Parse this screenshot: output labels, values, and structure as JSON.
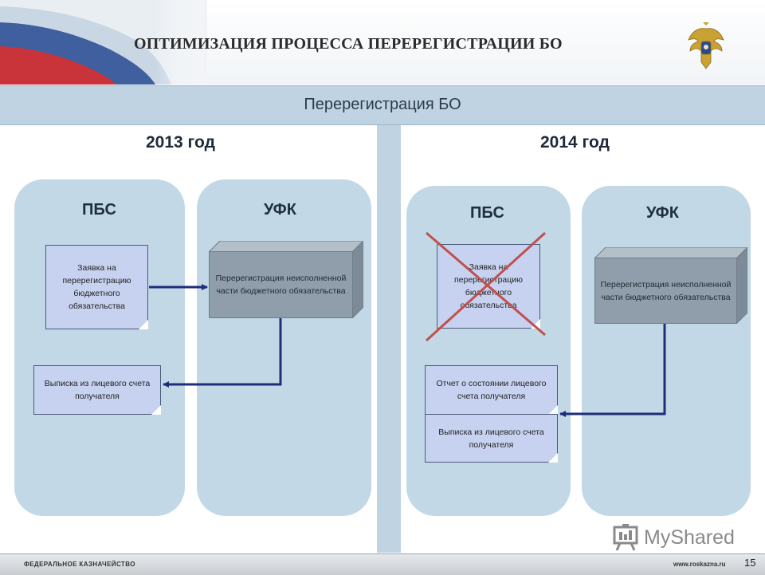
{
  "header": {
    "title": "ОПТИМИЗАЦИЯ ПРОЦЕССА ПЕРЕРЕГИСТРАЦИИ БО",
    "emblem_icon": "double-headed-eagle-emblem-icon"
  },
  "subheader": {
    "title": "Перерегистрация БО"
  },
  "columns": [
    {
      "year": "2013 год",
      "lanes": [
        {
          "label": "ПБС",
          "documents": [
            {
              "text": "Заявка на перерегистрацию бюджетного обязательства"
            },
            {
              "text": "Выписка из лицевого счета получателя"
            }
          ]
        },
        {
          "label": "УФК",
          "process": "Перерегистрация неисполненной части бюджетного обязательства"
        }
      ]
    },
    {
      "year": "2014 год",
      "lanes": [
        {
          "label": "ПБС",
          "documents": [
            {
              "text": "Заявка на перерегистрацию бюджетного обязательства",
              "crossed_out": true
            },
            {
              "text": "Отчет о состоянии лицевого счета получателя"
            },
            {
              "text": "Выписка из лицевого счета получателя"
            }
          ]
        },
        {
          "label": "УФК",
          "process": "Перерегистрация неисполненной части бюджетного обязательства"
        }
      ]
    }
  ],
  "footer": {
    "left": "ФЕДЕРАЛЬНОЕ КАЗНАЧЕЙСТВО",
    "right": "www.roskazna.ru",
    "page_number": "15"
  },
  "watermark": {
    "text": "MyShared",
    "icon": "presentation-board-icon"
  },
  "colors": {
    "lane": "#c2d8e6",
    "document": "#c7d2f1",
    "process_box": "#8f9eaa",
    "arrow": "#1f2d7a",
    "cross": "#c0504d"
  }
}
